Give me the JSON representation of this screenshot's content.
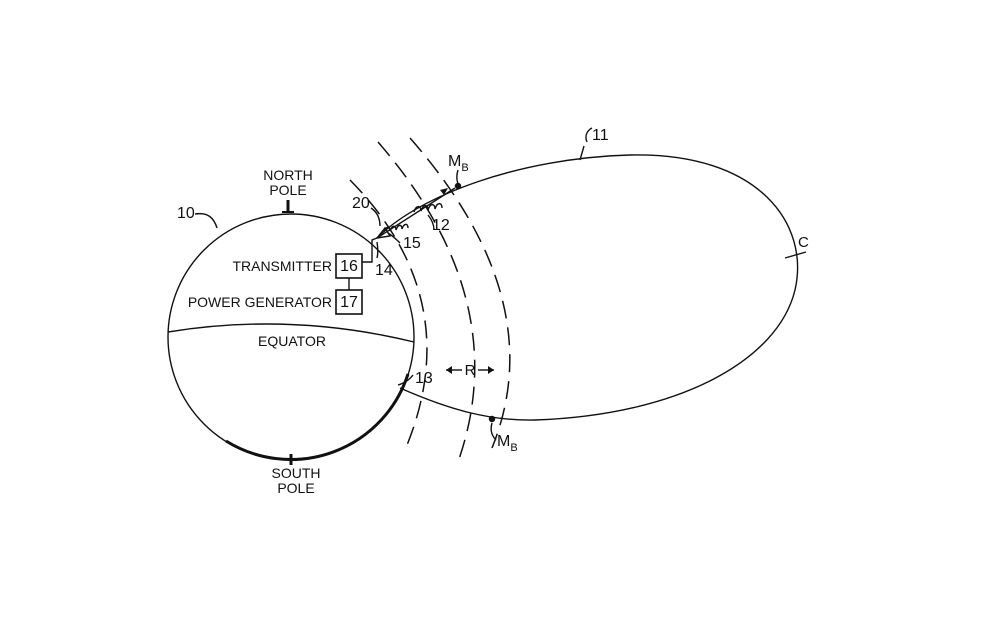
{
  "labels": {
    "north_pole_line1": "NORTH",
    "north_pole_line2": "POLE",
    "south_pole_line1": "SOUTH",
    "south_pole_line2": "POLE",
    "equator": "EQUATOR",
    "transmitter": "TRANSMITTER",
    "transmitter_ref": "16",
    "power_generator": "POWER GENERATOR",
    "power_generator_ref": "17",
    "ref_10": "10",
    "ref_11": "11",
    "ref_12": "12",
    "ref_13": "13",
    "ref_14": "14",
    "ref_15": "15",
    "ref_20": "20",
    "ref_c": "C",
    "ref_r": "R",
    "mb_top_main": "M",
    "mb_top_sub": "B",
    "mb_bottom_main": "M",
    "mb_bottom_sub": "B"
  }
}
